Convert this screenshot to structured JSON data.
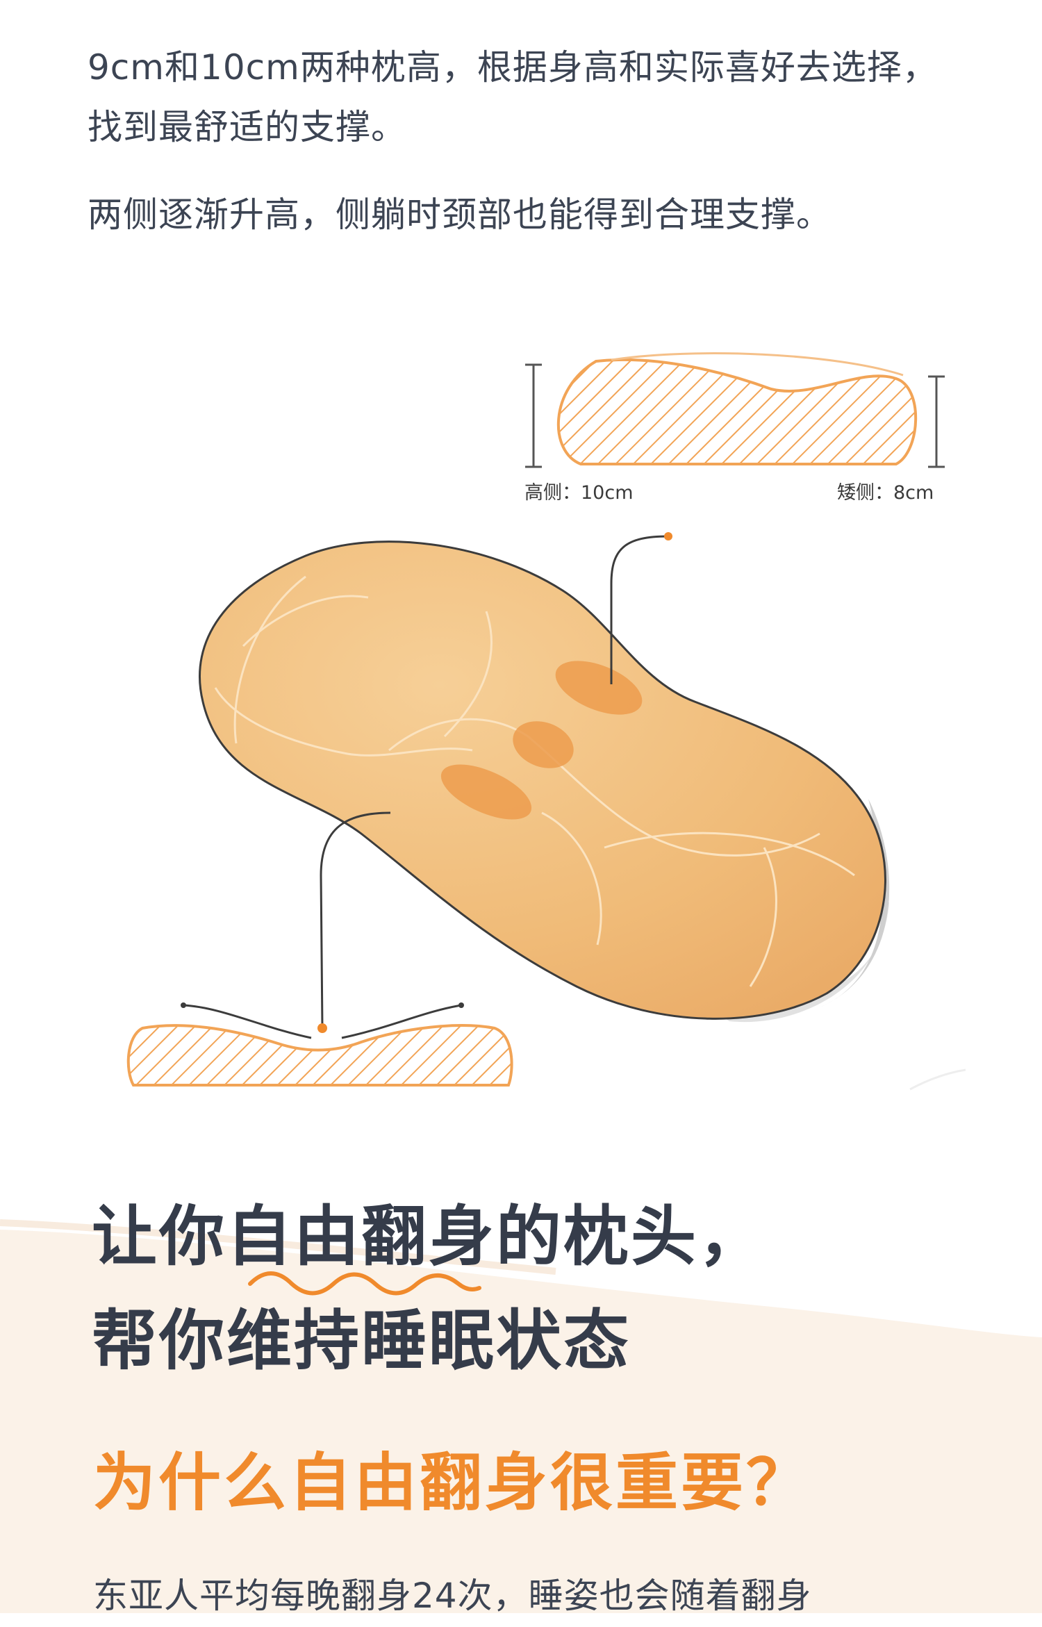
{
  "intro": {
    "paragraph_1": "9cm和10cm两种枕高，根据身高和实际喜好去选择，找到最舒适的支撑。",
    "paragraph_2": "两侧逐渐升高，侧躺时颈部也能得到合理支撑。"
  },
  "cross_section": {
    "high_side_label": "高侧：10cm",
    "low_side_label": "矮侧：8cm"
  },
  "headline": {
    "line_1": "让你自由翻身的枕头，",
    "line_2": "帮你维持睡眠状态"
  },
  "question": "为什么自由翻身很重要？",
  "body_text": "东亚人平均每晚翻身24次，睡姿也会随着翻身",
  "colors": {
    "accent_orange": "#f08a2c",
    "pillow_fill": "#f0bd7e",
    "text_dark": "#353c4a",
    "band_beige": "#fbf3eb"
  }
}
